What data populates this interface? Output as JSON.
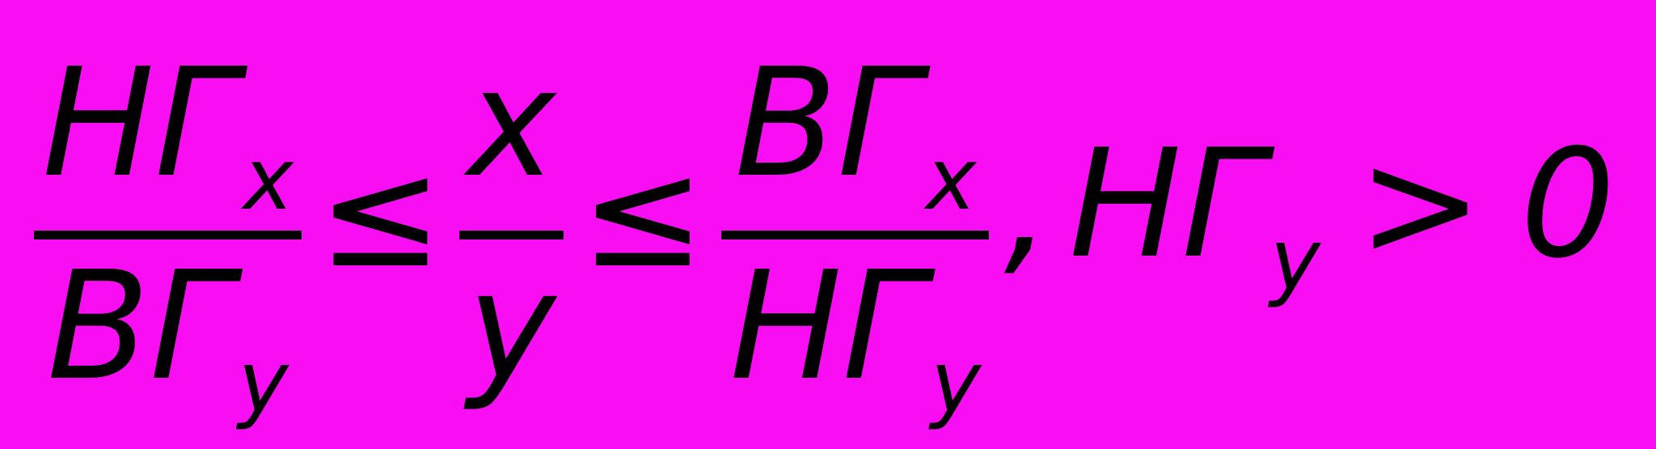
{
  "colors": {
    "background": "#F90DF2",
    "text": "#000000"
  },
  "formula": {
    "lhs_fraction": {
      "numerator": "НГ",
      "numerator_sub": "x",
      "denominator": "ВГ",
      "denominator_sub": "y"
    },
    "leq_1": "≤",
    "mid_fraction": {
      "numerator": "x",
      "denominator": "y"
    },
    "leq_2": "≤",
    "rhs_fraction": {
      "numerator": "ВГ",
      "numerator_sub": "x",
      "denominator": "НГ",
      "denominator_sub": "y"
    },
    "comma": ",",
    "condition": {
      "base": "НГ",
      "sub": "y",
      "operator": ">",
      "value": "0"
    }
  }
}
